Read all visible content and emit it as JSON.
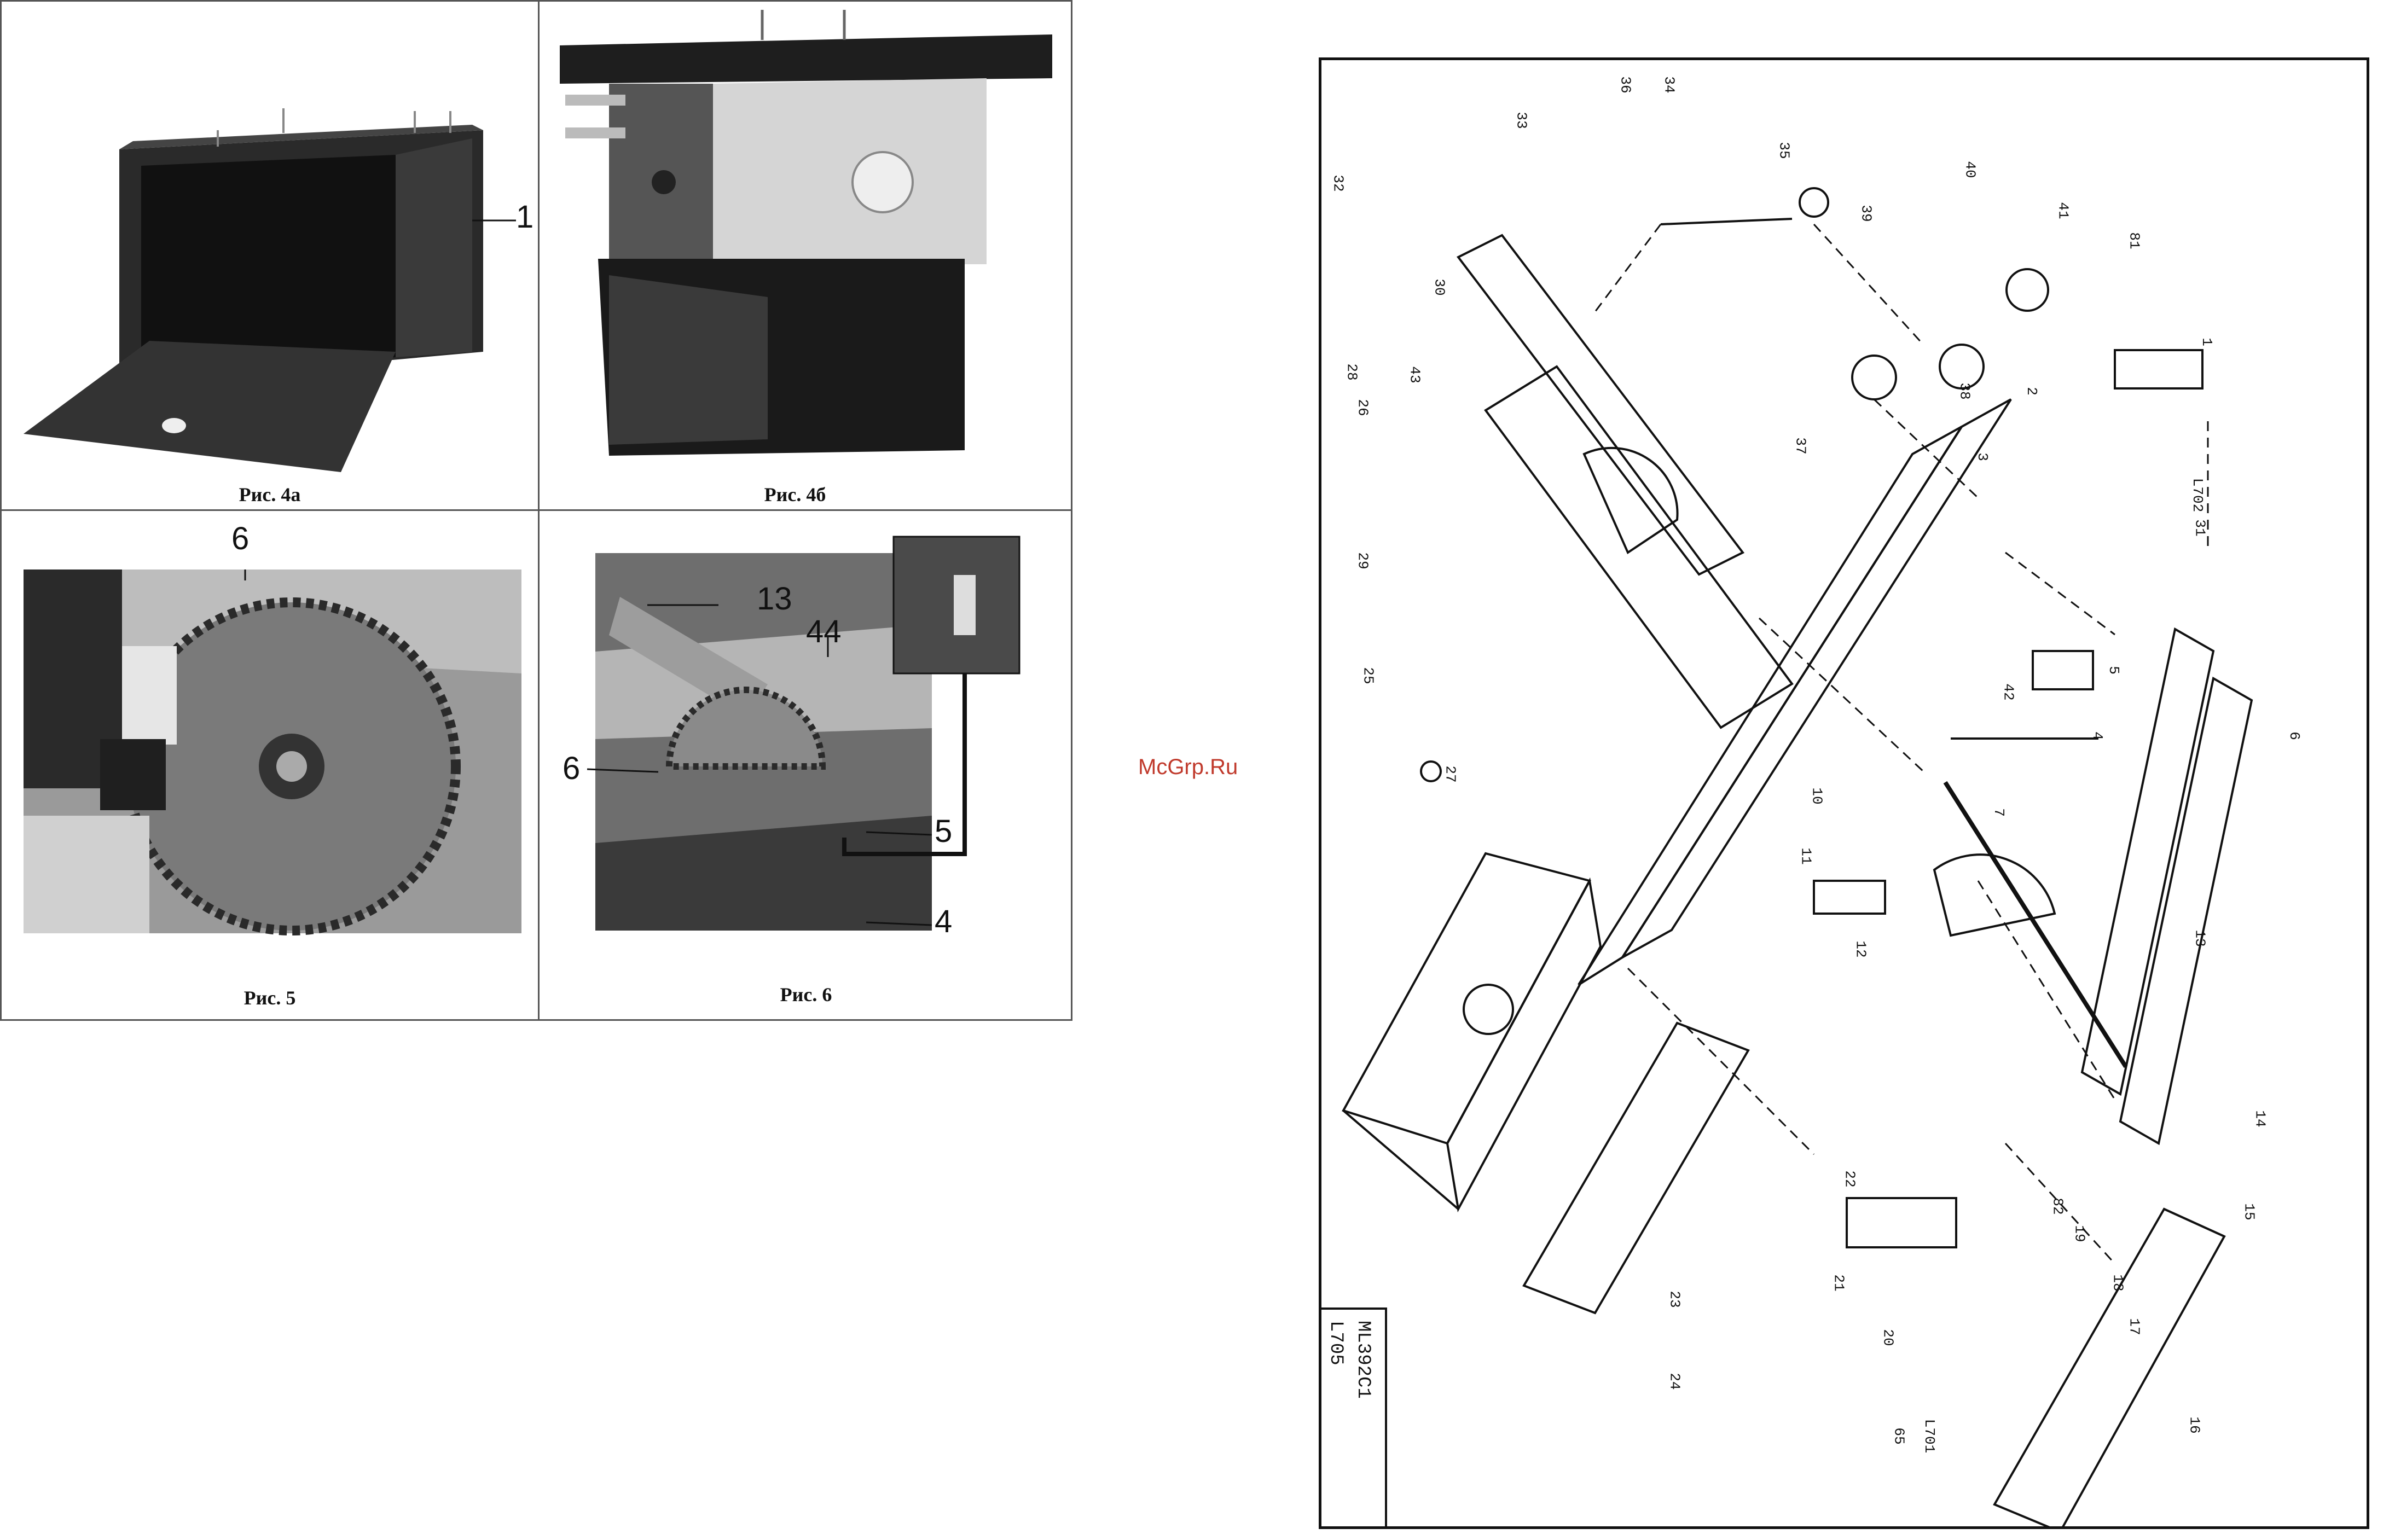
{
  "figures": {
    "fig4a": {
      "caption": "Рис. 4а",
      "callouts": [
        "1"
      ]
    },
    "fig4b": {
      "caption": "Рис. 4б",
      "callouts": []
    },
    "fig5": {
      "caption": "Рис. 5",
      "callouts": [
        "6"
      ]
    },
    "fig6": {
      "caption": "Рис. 6",
      "callouts": [
        "13",
        "44",
        "6",
        "5",
        "4"
      ]
    }
  },
  "watermark": "McGrp.Ru",
  "drawing": {
    "title_code": "ML392C1",
    "sheet_code": "L705",
    "part_labels": [
      "36",
      "34",
      "33",
      "35",
      "40",
      "39",
      "41",
      "81",
      "32",
      "38",
      "30",
      "28",
      "43",
      "26",
      "37",
      "1",
      "2",
      "3",
      "31",
      "L702",
      "29",
      "25",
      "4",
      "42",
      "5",
      "6",
      "27",
      "7",
      "10",
      "11",
      "12",
      "13",
      "21",
      "22",
      "23",
      "24",
      "20",
      "14",
      "15",
      "16",
      "17",
      "18",
      "19",
      "82",
      "L701",
      "65"
    ]
  },
  "colors": {
    "watermark": "#c0392b",
    "line": "#111111",
    "photo_dark": "#2a2a2a",
    "photo_mid": "#8a8a8a",
    "photo_light": "#d8d8d8"
  }
}
